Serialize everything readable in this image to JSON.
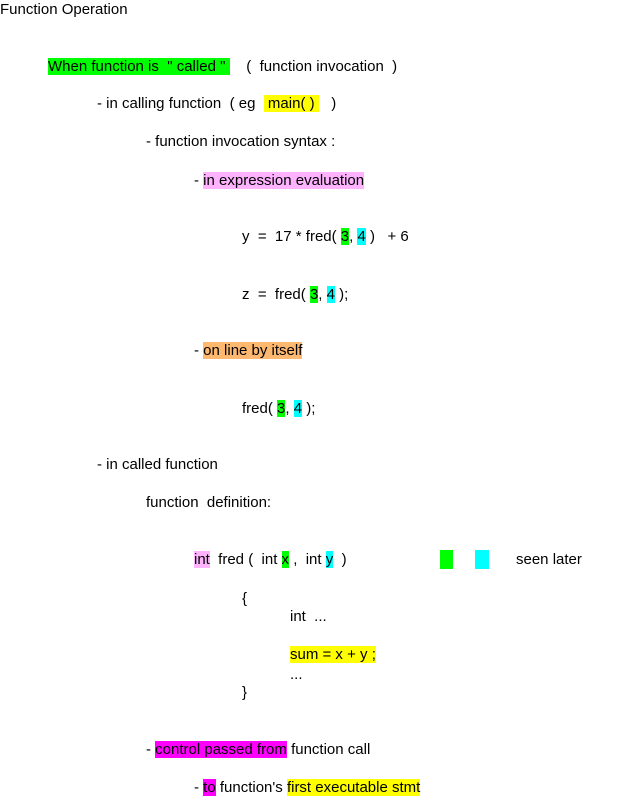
{
  "title": "Function Operation",
  "l1": {
    "hl": "When function is  \" called \" ",
    "rest": "    (  function invocation  )"
  },
  "l2": {
    "a": "- in calling function  ( eg  ",
    "hl": " main( ) ",
    "b": "   )"
  },
  "l3": "- function invocation syntax :",
  "l4": {
    "dash": "- ",
    "hl": "in expression evaluation"
  },
  "l5": {
    "a": "y  =  17 * fred( ",
    "n1": "3",
    "comma": ", ",
    "n2": "4",
    "b": " )   + 6"
  },
  "l6": {
    "a": "z  =  fred( ",
    "n1": "3",
    "comma": ", ",
    "n2": "4",
    "b": " );"
  },
  "l7": {
    "dash": "- ",
    "hl": "on line by itself"
  },
  "l8": {
    "a": "fred( ",
    "n1": "3",
    "comma": ", ",
    "n2": "4",
    "b": " );"
  },
  "l9": "- in called function",
  "l10": "function  definition:",
  "l11": {
    "int": "int",
    "a": "  fred (  int ",
    "x": "x",
    "b": " ,  int ",
    "y": "y",
    "c": "  )",
    "note": "seen later"
  },
  "l12": "{",
  "l13": "int  ...",
  "l14": "sum = x + y ;",
  "l15": "...",
  "l16": "}",
  "l17": {
    "dash": "- ",
    "hl": "control passed from",
    "rest": " function call"
  },
  "l18": {
    "dash": "- ",
    "hl1": "to",
    "mid": " function's ",
    "hl2": "first executable stmt"
  },
  "colors": {
    "green": "#00ff00",
    "yellow": "#ffff00",
    "pink": "#ffb3ff",
    "cyan": "#00ffff",
    "orange": "#ffb870",
    "magenta": "#ff00ff"
  }
}
